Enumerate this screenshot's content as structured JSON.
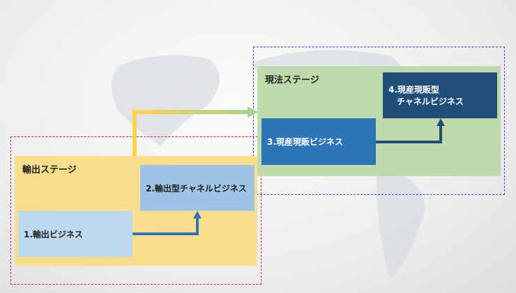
{
  "stages": {
    "export": {
      "title": "輸出ステージ"
    },
    "local": {
      "title": "現法ステージ"
    }
  },
  "boxes": [
    {
      "label": "1.輸出ビジネス"
    },
    {
      "label": "2.輸出型チャネルビジネス"
    },
    {
      "label": "3.現産現販ビジネス"
    },
    {
      "label": "4.現産現販型",
      "label2": "チャネルビジネス"
    }
  ],
  "colors": {
    "export_stage": "#f8dc88",
    "local_stage": "#bcd9a8",
    "box1": "#bdd7ee",
    "box2": "#9dc3e6",
    "box3": "#2e75b6",
    "box4": "#1f4e79",
    "arrow": "#2e75b6"
  }
}
